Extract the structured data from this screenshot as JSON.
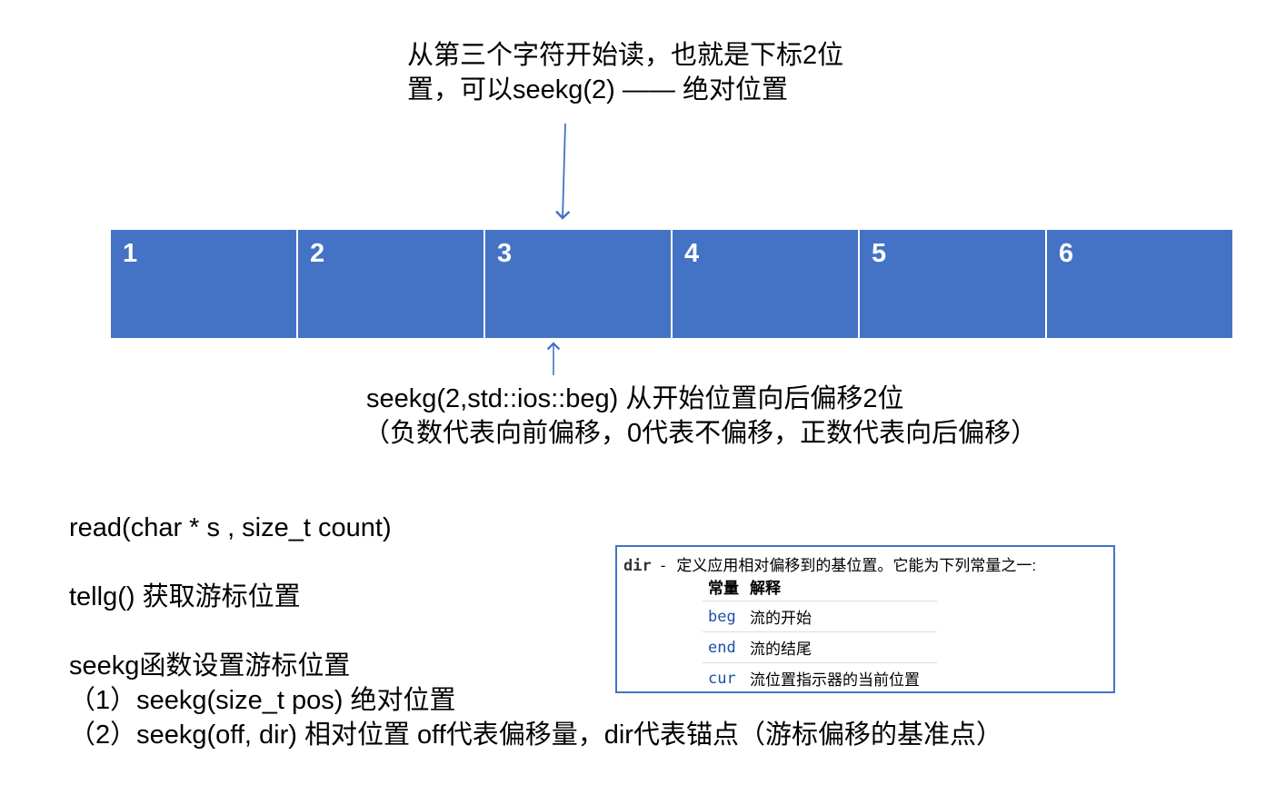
{
  "top_note": {
    "line1": "从第三个字符开始读，也就是下标2位",
    "line2": "置，可以seekg(2)  —— 绝对位置"
  },
  "cells": [
    "1",
    "2",
    "3",
    "4",
    "5",
    "6"
  ],
  "bottom_note": {
    "line1": "seekg(2,std::ios::beg)  从开始位置向后偏移2位",
    "line2": "（负数代表向前偏移，0代表不偏移，正数代表向后偏移）"
  },
  "api": {
    "read": "read(char * s , size_t count)",
    "tellg": "tellg()     获取游标位置",
    "seekg_title": "seekg函数设置游标位置",
    "seekg_1": "（1）seekg(size_t pos)   绝对位置",
    "seekg_2": "（2）seekg(off, dir)    相对位置   off代表偏移量，dir代表锚点（游标偏移的基准点）"
  },
  "reference": {
    "param": "dir",
    "dash": "-",
    "desc": "定义应用相对偏移到的基位置。它能为下列常量之一:",
    "header": [
      "常量",
      "解释"
    ],
    "rows": [
      {
        "const": "beg",
        "desc": "流的开始"
      },
      {
        "const": "end",
        "desc": "流的结尾"
      },
      {
        "const": "cur",
        "desc": "流位置指示器的当前位置"
      }
    ]
  },
  "colors": {
    "cell_fill": "#4472c4",
    "arrow": "#4472c4",
    "box_border": "#4472c4"
  }
}
